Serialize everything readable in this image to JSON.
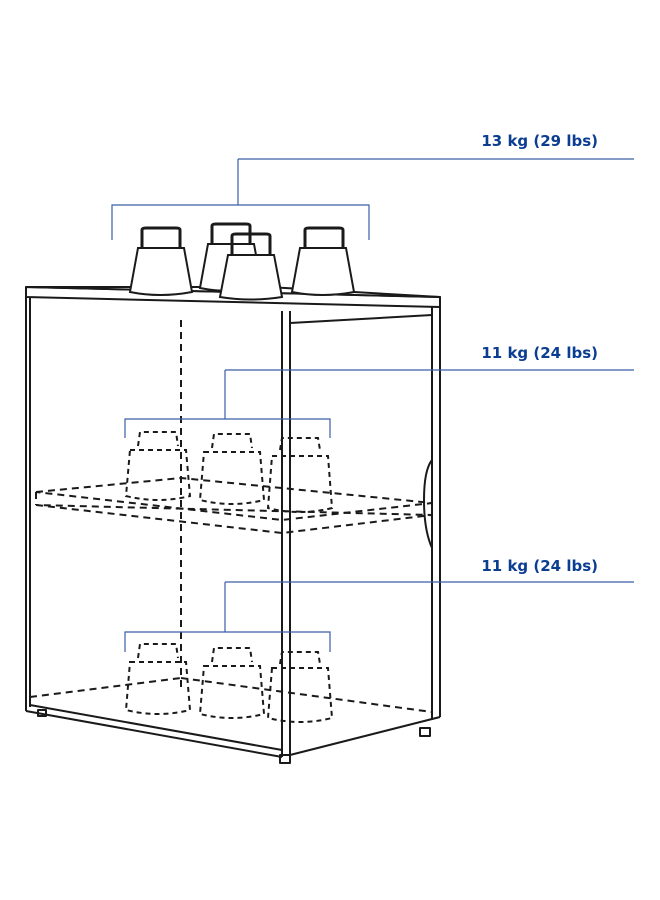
{
  "loads": [
    {
      "label": "13 kg (29 lbs)"
    },
    {
      "label": "11 kg (24 lbs)"
    },
    {
      "label": "11 kg (24 lbs)"
    }
  ],
  "colors": {
    "leader_line": "#3b5fa8",
    "label_text": "#0b3d91",
    "outline": "#1a1a1a",
    "weight_fill": "#ffffff"
  },
  "icons": [
    "weight-icon",
    "cabinet-outline"
  ]
}
